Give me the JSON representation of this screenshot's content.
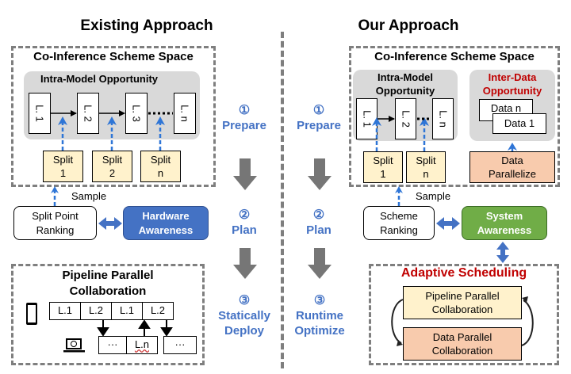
{
  "existing": {
    "title": "Existing Approach",
    "scheme_space_title": "Co-Inference Scheme Space",
    "intra_model_title": "Intra-Model Opportunity",
    "layers": [
      "L. 1",
      "L. 2",
      "L. 3",
      "L. n"
    ],
    "splits": [
      {
        "line1": "Split",
        "line2": "1"
      },
      {
        "line1": "Split",
        "line2": "2"
      },
      {
        "line1": "Split",
        "line2": "n"
      }
    ],
    "sample_label": "Sample",
    "ranking": {
      "line1": "Split Point",
      "line2": "Ranking"
    },
    "awareness": {
      "line1": "Hardware",
      "line2": "Awareness"
    },
    "collab_title": {
      "line1": "Pipeline Parallel",
      "line2": "Collaboration"
    },
    "device_row": [
      "L.1",
      "L.2",
      "L.1",
      "L.2"
    ],
    "edge_row": [
      "···",
      "L.n",
      "···"
    ],
    "colors": {
      "awareness_fill": "#4472c4"
    }
  },
  "steps_existing": [
    {
      "num": "①",
      "label": "Prepare"
    },
    {
      "num": "②",
      "label": "Plan"
    },
    {
      "num": "③",
      "label1": "Statically",
      "label2": "Deploy"
    }
  ],
  "steps_ours": [
    {
      "num": "①",
      "label": "Prepare"
    },
    {
      "num": "②",
      "label": "Plan"
    },
    {
      "num": "③",
      "label1": "Runtime",
      "label2": "Optimize"
    }
  ],
  "ours": {
    "title": "Our Approach",
    "scheme_space_title": "Co-Inference Scheme Space",
    "intra_model_title": {
      "line1": "Intra-Model",
      "line2": "Opportunity"
    },
    "inter_data_title": {
      "line1": "Inter-Data",
      "line2": "Opportunity"
    },
    "layers": [
      "L. 1",
      "L. 2",
      "L. n"
    ],
    "splits": [
      {
        "line1": "Split",
        "line2": "1"
      },
      {
        "line1": "Split",
        "line2": "n"
      }
    ],
    "data_items": [
      "Data n",
      "Data 1"
    ],
    "data_parallelize": {
      "line1": "Data",
      "line2": "Parallelize"
    },
    "sample_label": "Sample",
    "ranking": {
      "line1": "Scheme",
      "line2": "Ranking"
    },
    "awareness": {
      "line1": "System",
      "line2": "Awareness"
    },
    "adaptive_title": "Adaptive Scheduling",
    "pipeline_box": {
      "line1": "Pipeline Parallel",
      "line2": "Collaboration"
    },
    "data_box": {
      "line1": "Data Parallel",
      "line2": "Collaboration"
    },
    "colors": {
      "awareness_fill": "#70ad47",
      "highlight_red": "#c00000"
    }
  }
}
